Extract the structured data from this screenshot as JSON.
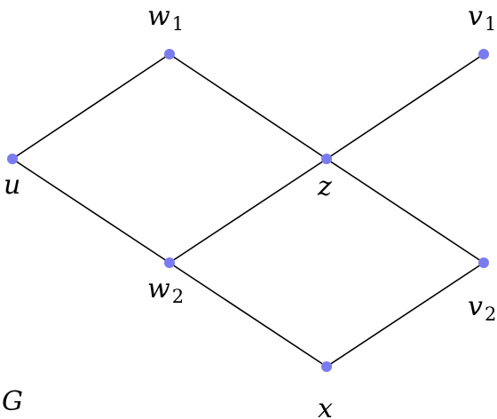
{
  "graph": {
    "name": "G",
    "nodes": [
      {
        "id": "u",
        "letter": "u",
        "sub": ""
      },
      {
        "id": "w1",
        "letter": "w",
        "sub": "1"
      },
      {
        "id": "w2",
        "letter": "w",
        "sub": "2"
      },
      {
        "id": "z",
        "letter": "z",
        "sub": ""
      },
      {
        "id": "v1",
        "letter": "v",
        "sub": "1"
      },
      {
        "id": "v2",
        "letter": "v",
        "sub": "2"
      },
      {
        "id": "x",
        "letter": "x",
        "sub": ""
      }
    ],
    "edges": [
      [
        "u",
        "w1"
      ],
      [
        "u",
        "w2"
      ],
      [
        "w1",
        "z"
      ],
      [
        "w2",
        "z"
      ],
      [
        "z",
        "v1"
      ],
      [
        "z",
        "v2"
      ],
      [
        "w2",
        "x"
      ],
      [
        "x",
        "v2"
      ]
    ],
    "colors": {
      "node": "#7b7bf0",
      "edge": "#000000"
    }
  }
}
